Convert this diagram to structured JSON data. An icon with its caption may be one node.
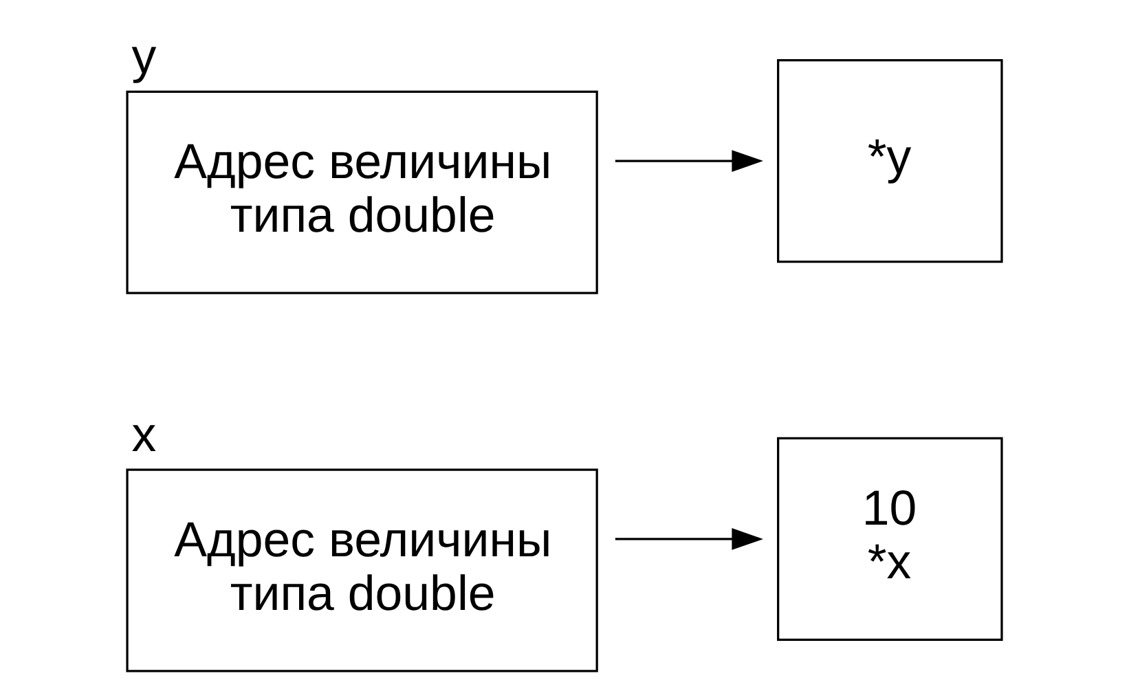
{
  "diagram": {
    "nodes": [
      {
        "text": [
          "x",
          "Адрес величины типа double"
        ]
      },
      {
        "text": [
          "10",
          "*x"
        ]
      },
      {
        "text": [
          "y",
          "Адрес величины типа double"
        ]
      },
      {
        "text": [
          "*y"
        ]
      }
    ],
    "edges": [
      {
        "from": 0,
        "to": 1,
        "arrow": "to"
      },
      {
        "from": 2,
        "to": 3,
        "arrow": "to"
      }
    ]
  }
}
